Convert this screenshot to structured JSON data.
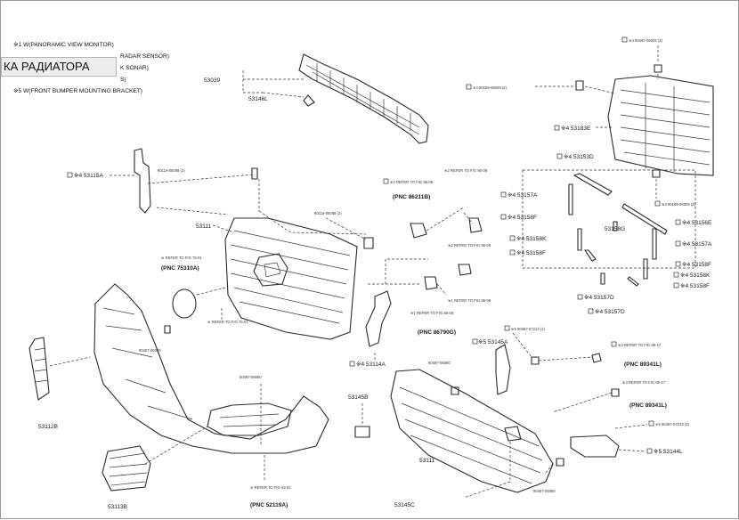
{
  "banner": {
    "text": "КА РАДИАТОРА"
  },
  "legend": [
    {
      "mark": "※1",
      "text": "W(PANORAMIC VIEW MONITOR)"
    },
    {
      "mark": "",
      "text": "RADAR SENSOR)"
    },
    {
      "mark": "",
      "text": "K SONAR)"
    },
    {
      "mark": "",
      "text": "S)"
    },
    {
      "mark": "※5",
      "text": "W(FRONT BUMPER MOUNTING BRACKET)"
    }
  ],
  "parts": {
    "p53039": "53039",
    "p53146L": "53146L",
    "p53115A": "※4 53115A",
    "p53111_grille": "53111",
    "p53112B": "53112B",
    "p53113B": "53113B",
    "p53111_lower": "53111",
    "p53114A": "※4 53114A",
    "p53145B": "53145B",
    "p53145A": "※5 53145A",
    "p53145C": "53145C",
    "p53144L": "※5 53144L",
    "p53183E": "※4 53183E",
    "p53153D": "※4 53153D",
    "p53157A_l": "※4 53157A",
    "p53158F_l": "※4 53158F",
    "p53158K_l": "※4 53158K",
    "p53158G": "53158G",
    "p53158F_b": "※4 53158F",
    "p53156E": "※4 53156E",
    "p53157A_r": "※4 53157A",
    "p53158F_r": "※4 53158F",
    "p53158K_r": "※4 53158K",
    "p53158F_r2": "※4 53158F",
    "p53157D": "※4 53157D",
    "p53157D_b": "※4 53157D"
  },
  "callouts": {
    "pnc1": "(PNC 86211B)",
    "pnc2": "(PNC 75310A)",
    "pnc3": "(PNC 86790G)",
    "pnc4": "(PNC 89341L)",
    "pnc5": "(PNC 89341L)",
    "pnc6": "(PNC 52119A)",
    "ref_r2_top": "※2",
    "ref_r1": "※1",
    "ref_r3": "※3",
    "ref_r4": "※4",
    "ref_r5": "※5"
  }
}
